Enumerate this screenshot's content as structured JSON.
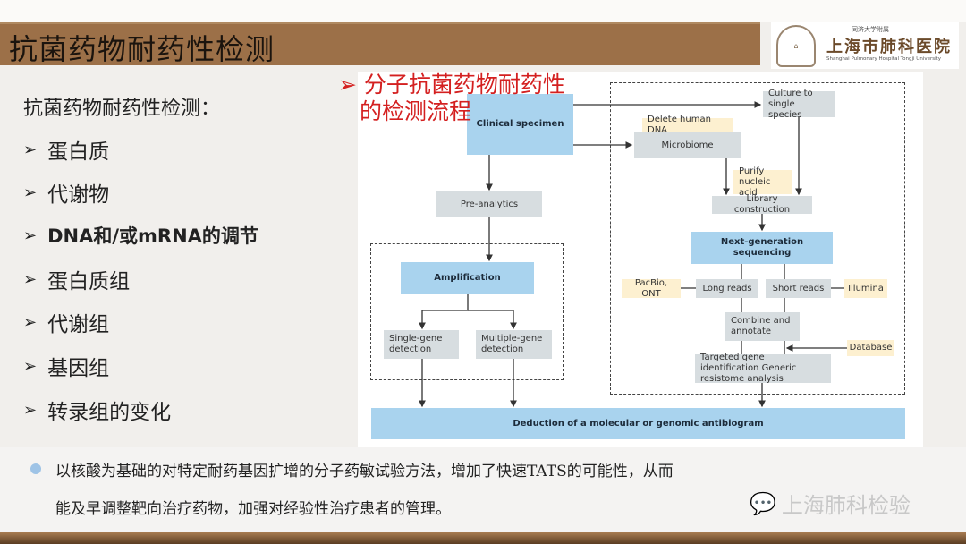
{
  "header": {
    "title": "抗菌药物耐药性检测",
    "logo": {
      "top": "同济大学附属",
      "name": "上海市肺科医院",
      "english": "Shanghai Pulmonary Hospital Tongji University"
    }
  },
  "list": {
    "heading": "抗菌药物耐药性检测：",
    "bullet_glyph": "➢",
    "items": [
      "蛋白质",
      "代谢物",
      "DNA和/或mRNA的调节",
      "蛋白质组",
      "代谢组",
      "基因组",
      "转录组的变化"
    ]
  },
  "diagram": {
    "title_line1": "➢ 分子抗菌药物耐药性",
    "title_line2": "的检测流程",
    "clinical_specimen": "Clinical specimen",
    "culture": "Culture to single species",
    "delete_dna": "Delete human DNA",
    "microbiome": "Microbiome",
    "purify": "Purify nucleic acid",
    "library": "Library construction",
    "ngs": "Next-generation sequencing",
    "pacbio": "PacBio, ONT",
    "long_reads": "Long reads",
    "short_reads": "Short reads",
    "illumina": "Illumina",
    "combine": "Combine and annotate",
    "database": "Database",
    "targeted": "Targeted gene identification Generic resistome analysis",
    "pre_analytics": "Pre-analytics",
    "amplification": "Amplification",
    "single_gene": "Single-gene detection",
    "multiple_gene": "Multiple-gene detection",
    "deduction": "Deduction of a molecular or genomic antibiogram"
  },
  "bottom": {
    "line1": "以核酸为基础的对特定耐药基因扩增的分子药敏试验方法，增加了快速TATS的可能性，从而",
    "line2": "能及早调整靶向治疗药物，加强对经验性治疗患者的管理。",
    "watermark": "上海肺科检验"
  },
  "colors": {
    "title_bar": "#9c7048",
    "blue_box": "#a9d3ee",
    "grey_box": "#d7dde0",
    "tag": "#fdf0d0",
    "red": "#d42020"
  }
}
